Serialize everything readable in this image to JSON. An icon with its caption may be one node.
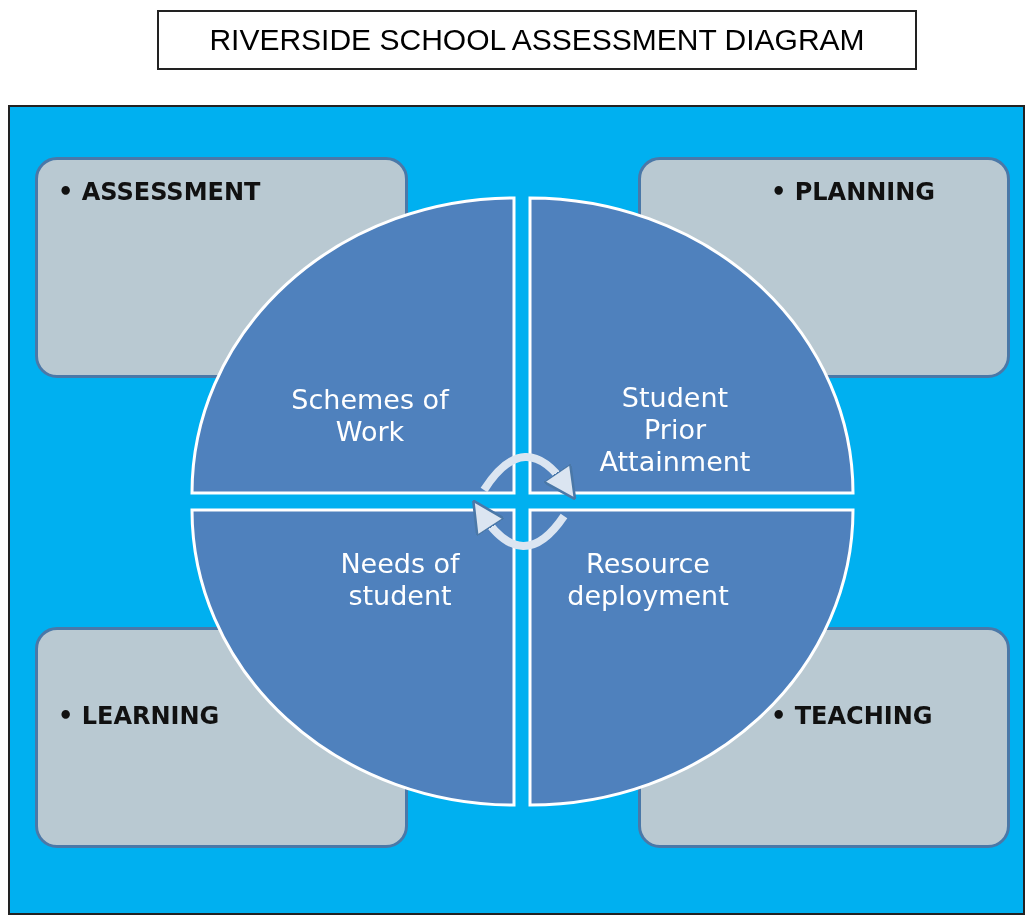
{
  "diagram": {
    "title": "RIVERSIDE SCHOOL ASSESSMENT DIAGRAM",
    "nodes": [
      {
        "text": [
          "• ASSESSMENT"
        ]
      },
      {
        "text": [
          "• PLANNING"
        ]
      },
      {
        "text": [
          "• LEARNING"
        ]
      },
      {
        "text": [
          "• TEACHING"
        ]
      },
      {
        "text": [
          "Schemes of Work"
        ]
      },
      {
        "text": [
          "Student Prior Attainment"
        ]
      },
      {
        "text": [
          "Needs of student"
        ]
      },
      {
        "text": [
          "Resource deployment"
        ]
      }
    ],
    "edges": [
      {
        "from": 4,
        "to": 5,
        "arrow": "to"
      },
      {
        "from": 7,
        "to": 6,
        "arrow": "to"
      }
    ]
  }
}
